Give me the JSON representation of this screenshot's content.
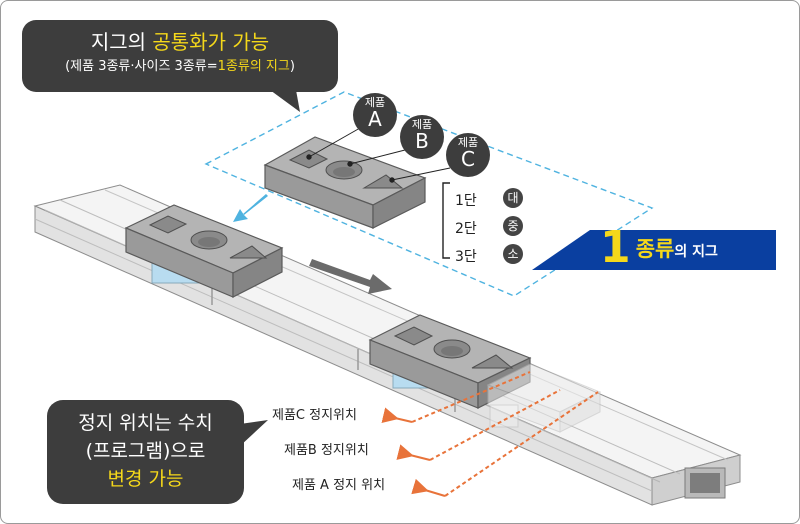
{
  "callout_top": {
    "line1_prefix": "지그의 ",
    "line1_highlight": "공통화가 가능",
    "line2_prefix": "(제품 3종류·사이즈 3종류=",
    "line2_highlight": "1종류의 지그",
    "line2_suffix": ")"
  },
  "products": [
    {
      "small": "제품",
      "big": "A"
    },
    {
      "small": "제품",
      "big": "B"
    },
    {
      "small": "제품",
      "big": "C"
    }
  ],
  "tiers": [
    {
      "label": "1단",
      "size": "대"
    },
    {
      "label": "2단",
      "size": "중"
    },
    {
      "label": "3단",
      "size": "소"
    }
  ],
  "type_banner": {
    "number": "1",
    "word": "종류",
    "tail": "의 지그"
  },
  "stop_positions": [
    {
      "label": "제품C 정지위치"
    },
    {
      "label": "제품B 정지위치"
    },
    {
      "label": "제품 A 정지 위치"
    }
  ],
  "callout_bottom": {
    "line1": "정지 위치는 수치",
    "line2": "(프로그램)으로",
    "line3": "변경 가능"
  },
  "colors": {
    "callout_bg": "#3d3d3d",
    "highlight": "#f5d81a",
    "banner_bg": "#0a3fa0",
    "dashed_frame": "#4fb3e0",
    "stop_line": "#e8733a",
    "jig_fill": "#a9a9a9",
    "rail_fill": "#f1f1f1"
  }
}
